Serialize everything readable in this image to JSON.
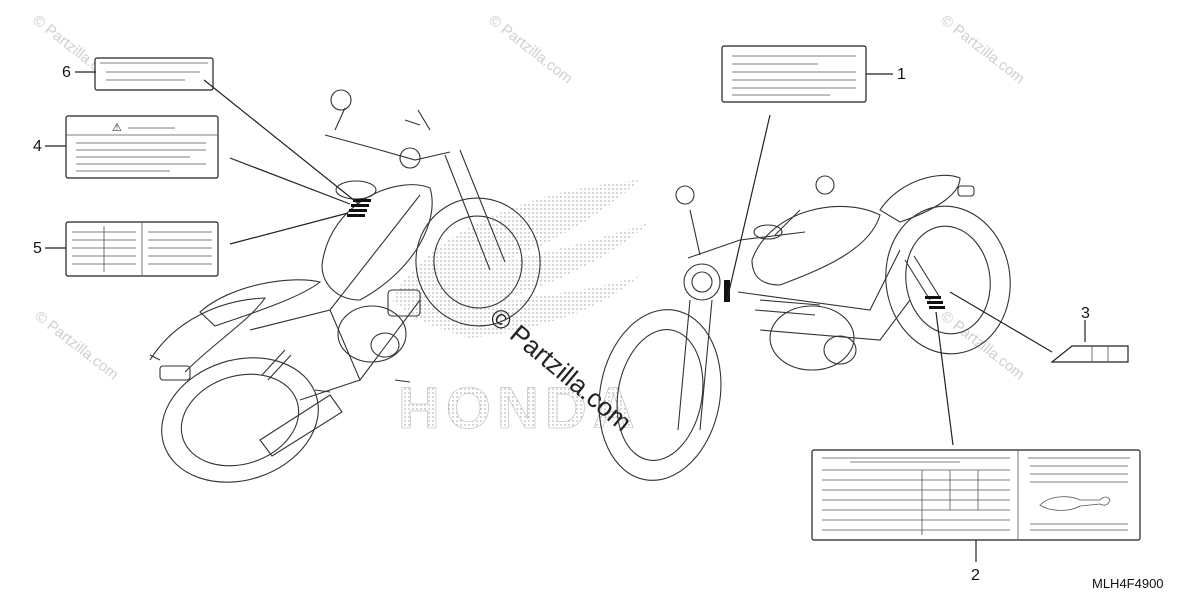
{
  "diagram": {
    "callouts": [
      {
        "id": "1",
        "text": "1"
      },
      {
        "id": "2",
        "text": "2"
      },
      {
        "id": "3",
        "text": "3"
      },
      {
        "id": "4",
        "text": "4"
      },
      {
        "id": "5",
        "text": "5"
      },
      {
        "id": "6",
        "text": "6"
      }
    ],
    "part_code": "MLH4F4900",
    "watermark_center": "© Partzilla.com",
    "watermark_small": "© Partzilla.com",
    "brand_text": "HONDA",
    "warning_glyph": "⚠"
  }
}
